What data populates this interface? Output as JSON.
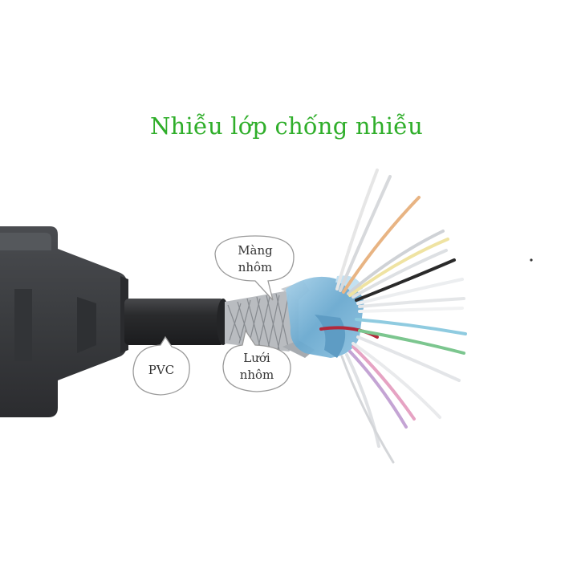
{
  "title": "Nhiễu lớp chống nhiễu",
  "callouts": {
    "mang_nhom": {
      "line1": "Màng",
      "line2": "nhôm"
    },
    "pvc": {
      "line1": "PVC"
    },
    "luoi_nhom": {
      "line1": "Lưới",
      "line2": "nhôm"
    }
  },
  "colors": {
    "title": "#2fae2a",
    "connector": "#3b3d40",
    "cable_jacket": "#2b2c2e",
    "foil": "#7fb6d6",
    "braid": "#b9bcc0"
  }
}
